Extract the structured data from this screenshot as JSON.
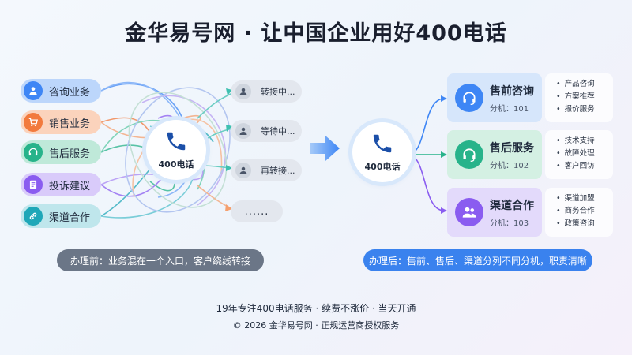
{
  "title": "金华易号网 · 让中国企业用好400电话",
  "before": {
    "business": [
      {
        "label": "咨询业务",
        "icon": "user-icon",
        "color": "#3e86f5",
        "bg": "#bcd6fb"
      },
      {
        "label": "销售业务",
        "icon": "cart-icon",
        "color": "#f27a3d",
        "bg": "#fbd3bc"
      },
      {
        "label": "售后服务",
        "icon": "headset-icon",
        "color": "#27b38a",
        "bg": "#bfe9d9"
      },
      {
        "label": "投诉建议",
        "icon": "document-icon",
        "color": "#8a5cf0",
        "bg": "#d9cbfa"
      },
      {
        "label": "渠道合作",
        "icon": "link-icon",
        "color": "#1fa7b8",
        "bg": "#bfe6ec"
      }
    ],
    "hub_label": "400电话",
    "statuses": [
      "转接中...",
      "等待中...",
      "再转接..."
    ],
    "more": "......",
    "caption": "办理前：业务混在一个入口，客户绕线转接"
  },
  "after": {
    "hub_label": "400电话",
    "departments": [
      {
        "name": "售前咨询",
        "ext": "分机：101",
        "icon": "headset-icon",
        "color": "#3e86f5",
        "bg": "#d6e6fb",
        "items": [
          "产品咨询",
          "方案推荐",
          "报价服务"
        ]
      },
      {
        "name": "售后服务",
        "ext": "分机：102",
        "icon": "headset-icon",
        "color": "#27b38a",
        "bg": "#d4f0e3",
        "items": [
          "技术支持",
          "故障处理",
          "客户回访"
        ]
      },
      {
        "name": "渠道合作",
        "ext": "分机：103",
        "icon": "group-icon",
        "color": "#8a5cf0",
        "bg": "#e3dafb",
        "items": [
          "渠道加盟",
          "商务合作",
          "政策咨询"
        ]
      }
    ],
    "caption": "办理后：售前、售后、渠道分列不同分机，职责清晰"
  },
  "footer": {
    "line1": "19年专注400电话服务 · 续费不涨价 · 当天开通",
    "line2": "© 2026 金华易号网 · 正规运营商授权服务"
  }
}
